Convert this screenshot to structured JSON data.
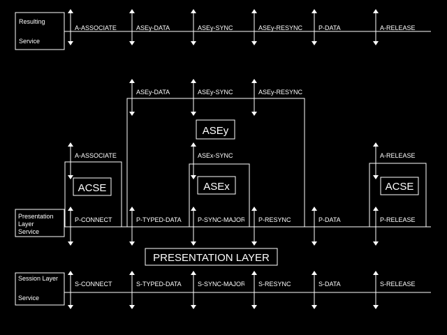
{
  "resulting_service": {
    "title_line1": "Resulting",
    "title_line2": "Service",
    "primitives": [
      "A-ASSOCIATE",
      "ASEy-DATA",
      "ASEy-SYNC",
      "ASEy-RESYNC",
      "P-DATA",
      "A-RELEASE"
    ]
  },
  "asey": {
    "title": "ASEy",
    "primitives": [
      "ASEy-DATA",
      "ASEy-SYNC",
      "ASEy-RESYNC"
    ]
  },
  "acse_left": {
    "title": "ACSE",
    "primitive": "A-ASSOCIATE"
  },
  "asex": {
    "title": "ASEx",
    "primitive": "ASEx-SYNC"
  },
  "acse_right": {
    "title": "ACSE",
    "primitive": "A-RELEASE"
  },
  "presentation_service": {
    "title_line1": "Presentation",
    "title_line2": "Layer",
    "title_line3": "Service",
    "primitives": [
      "P-CONNECT",
      "P-TYPED-DATA",
      "P-SYNC-MAJOR",
      "P-RESYNC",
      "P-DATA",
      "P-RELEASE"
    ]
  },
  "presentation_layer": {
    "title": "PRESENTATION LAYER"
  },
  "session_service": {
    "title_line1": "Session Layer",
    "title_line2": "Service",
    "primitives": [
      "S-CONNECT",
      "S-TYPED-DATA",
      "S-SYNC-MAJOR",
      "S-RESYNC",
      "S-DATA",
      "S-RELEASE"
    ]
  }
}
